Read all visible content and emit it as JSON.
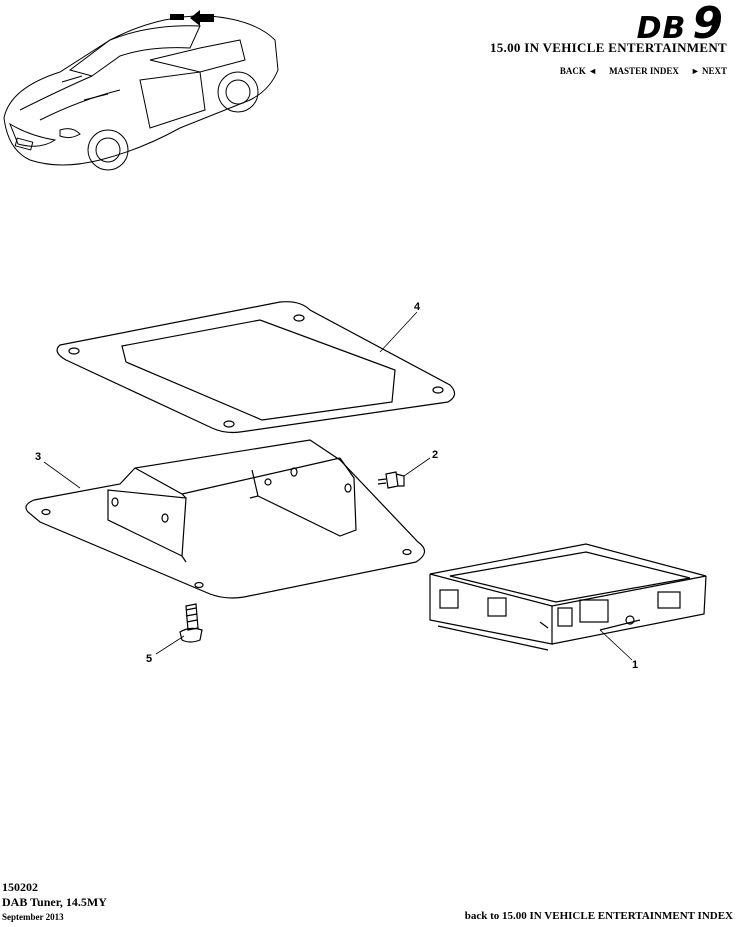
{
  "brand": {
    "model_prefix": "DB",
    "model_number": "9"
  },
  "header": {
    "section_title": "15.00 IN VEHICLE ENTERTAINMENT",
    "nav": {
      "back": "BACK ◄",
      "master_index": "MASTER INDEX",
      "next": "► NEXT"
    }
  },
  "diagram": {
    "callouts": [
      "1",
      "2",
      "3",
      "4",
      "5"
    ]
  },
  "footer": {
    "part_code": "150202",
    "part_name": "DAB Tuner, 14.5MY",
    "date": "September 2013",
    "back_link": "back to 15.00 IN VEHICLE ENTERTAINMENT INDEX"
  }
}
